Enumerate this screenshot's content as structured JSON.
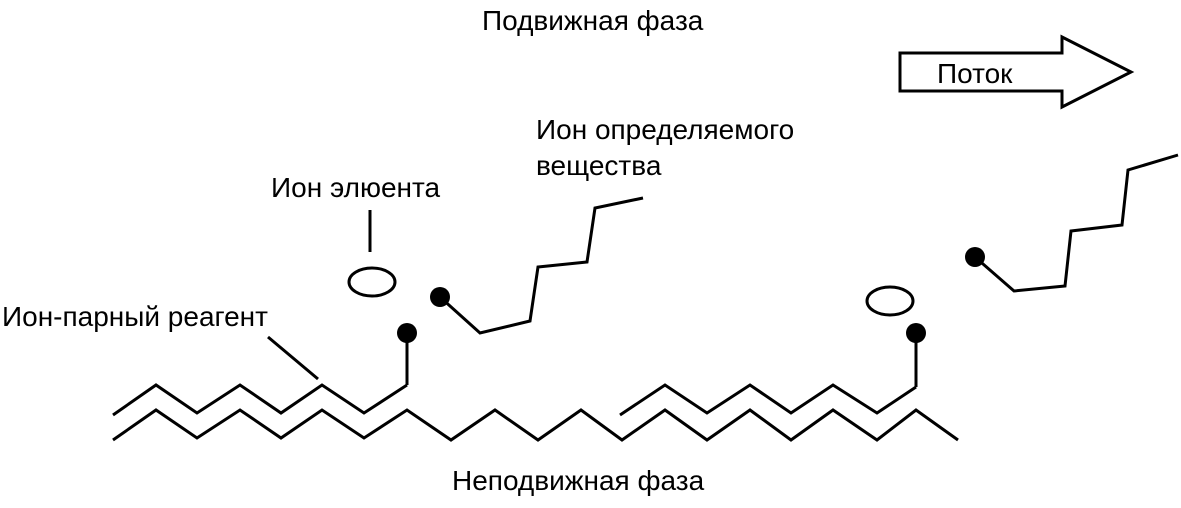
{
  "diagram": {
    "mobile_phase_label": "Подвижная фаза",
    "stationary_phase_label": "Неподвижная фаза",
    "flow_label": "Поток",
    "analyte_ion_label_line1": "Ион определяемого",
    "analyte_ion_label_line2": "вещества",
    "eluent_ion_label": "Ион элюента",
    "ion_pair_reagent_label": "Ион-парный реагент"
  }
}
